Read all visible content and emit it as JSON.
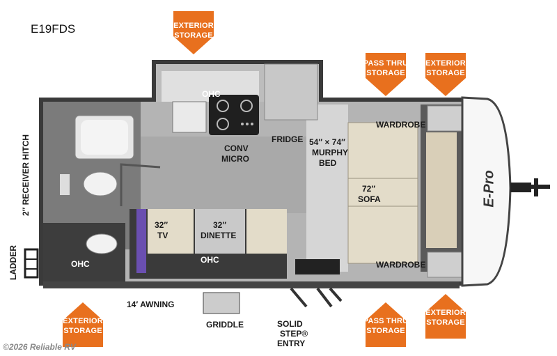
{
  "model": "E19FDS",
  "watermark": "©2026 Reliable RV",
  "colors": {
    "badge_orange": "#E8701E",
    "badge_dark": "#b5520f",
    "wall": "#2f2f2f",
    "floor": "#9a9a9a"
  },
  "badges": {
    "top_exterior": [
      "EXTERIOR",
      "STORAGE"
    ],
    "pass_thru_top": [
      "PASS THRU",
      "STORAGE"
    ],
    "exterior_top_right": [
      "EXTERIOR",
      "STORAGE"
    ],
    "exterior_bottom_left": [
      "EXTERIOR",
      "STORAGE"
    ],
    "pass_thru_bottom": [
      "PASS THRU",
      "STORAGE"
    ],
    "exterior_bottom_right": [
      "EXTERIOR",
      "STORAGE"
    ]
  },
  "labels": {
    "ohc_kitchen": "OHC",
    "conv": "CONV",
    "micro": "MICRO",
    "fridge": "FRIDGE",
    "bed_size": "54″ × 74″",
    "murphy": "MURPHY",
    "bed": "BED",
    "wardrobe_top": "WARDROBE",
    "wardrobe_bottom": "WARDROBE",
    "sofa_size": "72″",
    "sofa": "SOFA",
    "tv_size": "32″",
    "tv": "TV",
    "dinette_size": "32″",
    "dinette": "DINETTE",
    "ohc_dinette": "OHC",
    "ohc_bath": "OHC",
    "hitch": "2″ RECEIVER HITCH",
    "ladder": "LADDER",
    "awning": "14′ AWNING",
    "griddle": "GRIDDLE",
    "step_1": "SOLID",
    "step_2": "STEP®",
    "step_3": "ENTRY",
    "brand": "E-Pro"
  }
}
